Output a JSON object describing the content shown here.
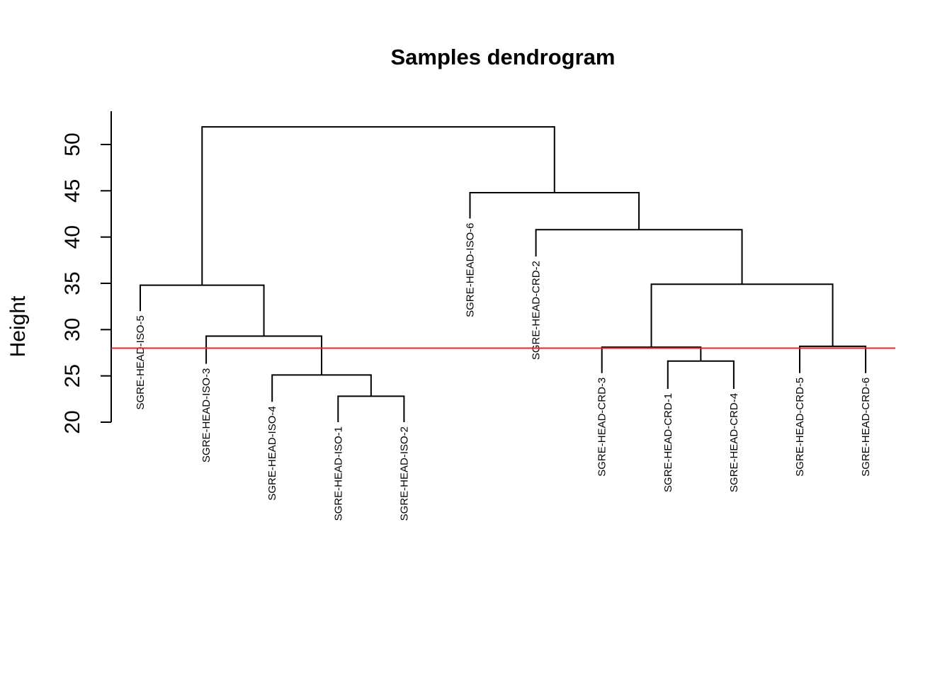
{
  "chart_data": {
    "type": "dendrogram",
    "title": "Samples dendrogram",
    "xlabel": "",
    "ylabel": "Height",
    "ylim": [
      20,
      52
    ],
    "yticks": [
      "20",
      "25",
      "30",
      "35",
      "40",
      "45",
      "50"
    ],
    "cut_height": 28,
    "colors": {
      "tree": "#000000",
      "cut_line": "#e8242c"
    },
    "leaves": [
      {
        "label": "SGRE-HEAD-ISO-5",
        "height": 32
      },
      {
        "label": "SGRE-HEAD-ISO-3",
        "height": 26.3
      },
      {
        "label": "SGRE-HEAD-ISO-4",
        "height": 22.2
      },
      {
        "label": "SGRE-HEAD-ISO-1",
        "height": 20
      },
      {
        "label": "SGRE-HEAD-ISO-2",
        "height": 20
      },
      {
        "label": "SGRE-HEAD-ISO-6",
        "height": 42.0
      },
      {
        "label": "SGRE-HEAD-CRD-2",
        "height": 37.9
      },
      {
        "label": "SGRE-HEAD-CRD-3",
        "height": 25.3
      },
      {
        "label": "SGRE-HEAD-CRD-1",
        "height": 23.6
      },
      {
        "label": "SGRE-HEAD-CRD-4",
        "height": 23.6
      },
      {
        "label": "SGRE-HEAD-CRD-5",
        "height": 25.3
      },
      {
        "label": "SGRE-HEAD-CRD-6",
        "height": 25.3
      }
    ],
    "merges": [
      {
        "left": "L3",
        "right": "L4",
        "height": 22.8
      },
      {
        "left": "L2",
        "right": "M0",
        "height": 25.1
      },
      {
        "left": "L1",
        "right": "M1",
        "height": 29.3
      },
      {
        "left": "L0",
        "right": "M2",
        "height": 34.8
      },
      {
        "left": "L8",
        "right": "L9",
        "height": 26.6
      },
      {
        "left": "L7",
        "right": "M4",
        "height": 28.1
      },
      {
        "left": "L10",
        "right": "L11",
        "height": 28.2
      },
      {
        "left": "M5",
        "right": "M6",
        "height": 34.9
      },
      {
        "left": "L6",
        "right": "M7",
        "height": 40.8
      },
      {
        "left": "L5",
        "right": "M8",
        "height": 44.8
      },
      {
        "left": "M3",
        "right": "M9",
        "height": 51.9
      }
    ]
  }
}
